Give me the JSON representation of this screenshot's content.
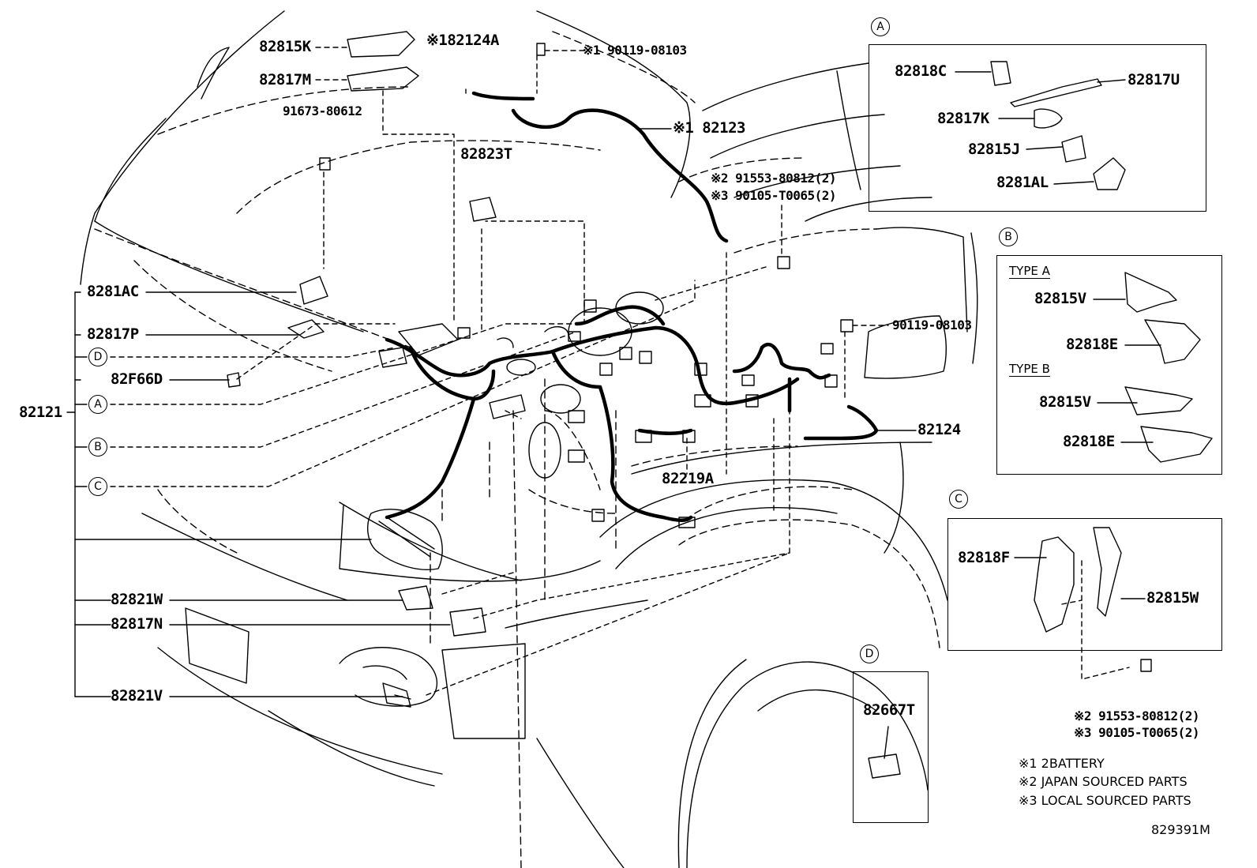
{
  "labels": {
    "p82815K": "82815K",
    "p82817M": "82817M",
    "p91673": "91673-80612",
    "p82124A": "※182124A",
    "p90119a": "※1 90119-08103",
    "p82123": "※1 82123",
    "p82823T": "82823T",
    "p91553a": "※2 91553-80812(2)",
    "p90105a": "※3 90105-T0065(2)",
    "p8281AC": "8281AC",
    "p82817P": "82817P",
    "p82F66D": "82F66D",
    "p82121": "82121",
    "p90119b": "90119-08103",
    "p82124": "82124",
    "p82219A": "82219A",
    "p82821W": "82821W",
    "p82817N": "82817N",
    "p82821V": "82821V",
    "p82818C": "82818C",
    "p82817U": "82817U",
    "p82817K": "82817K",
    "p82815J": "82815J",
    "p8281AL": "8281AL",
    "p82815V_a": "82815V",
    "p82818E_a": "82818E",
    "p82815V_b": "82815V",
    "p82818E_b": "82818E",
    "p82818F": "82818F",
    "p82815W": "82815W",
    "p82667T": "82667T",
    "p91553b": "※2 91553-80812(2)",
    "p90105b": "※3 90105-T0065(2)"
  },
  "callouts": {
    "A": "A",
    "B": "B",
    "C": "C",
    "D": "D"
  },
  "types": {
    "typeA": "TYPE A",
    "typeB": "TYPE B"
  },
  "notes": {
    "n1": "※1 2BATTERY",
    "n2": "※2 JAPAN SOURCED PARTS",
    "n3": "※3 LOCAL SOURCED PARTS"
  },
  "figure_id": "829391M"
}
